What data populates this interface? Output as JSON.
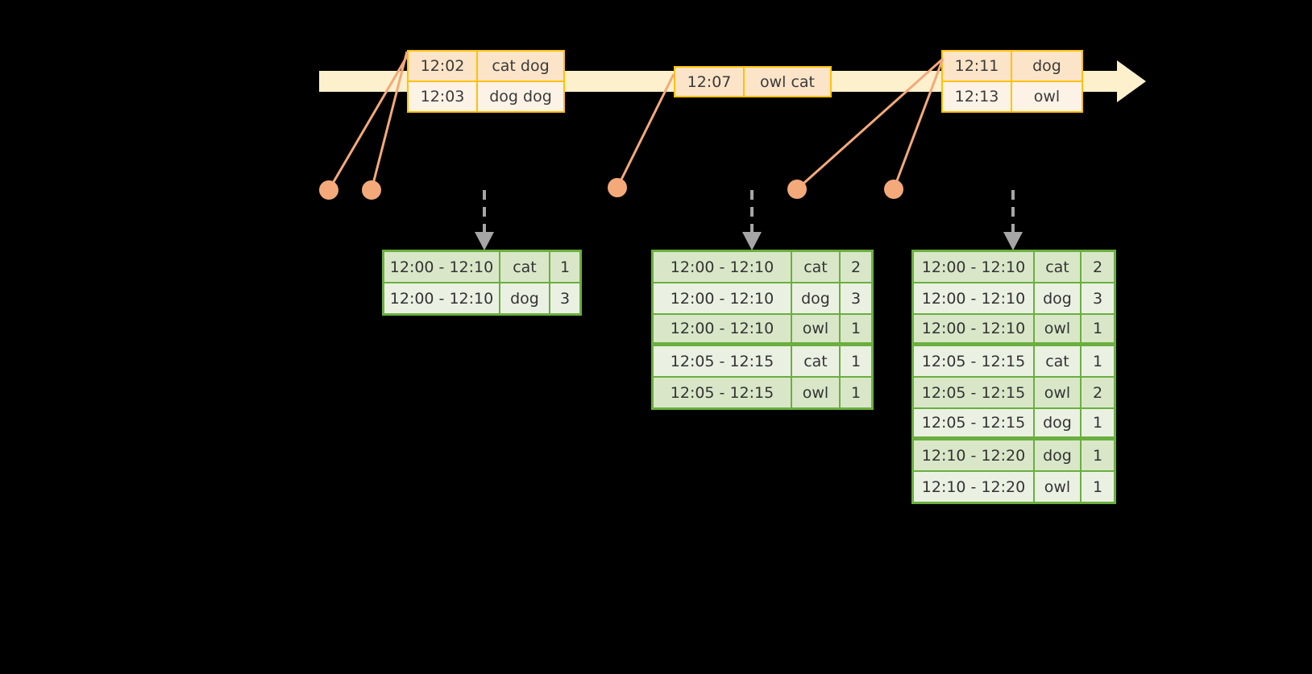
{
  "diagram": {
    "title": "sliding-window-aggregation",
    "colors": {
      "timeline": "#fdf0cd",
      "event_border": "#ffc107",
      "event_fill_a": "#fce4c8",
      "event_fill_b": "#fdf2e6",
      "dot": "#f4a97a",
      "connector": "#f4a97a",
      "table_border": "#6aaf3f",
      "table_fill_a": "#d9e7c8",
      "table_fill_b": "#eaf1e3",
      "arrow": "#a6a6a6",
      "background": "#000000"
    }
  },
  "timeline": {
    "name": "event-stream-timeline",
    "event_groups": [
      {
        "id": "group-1",
        "events": [
          {
            "time": "12:02",
            "words": "cat dog"
          },
          {
            "time": "12:03",
            "words": "dog dog"
          }
        ]
      },
      {
        "id": "group-2",
        "events": [
          {
            "time": "12:07",
            "words": "owl cat"
          }
        ]
      },
      {
        "id": "group-3",
        "events": [
          {
            "time": "12:11",
            "words": "dog"
          },
          {
            "time": "12:13",
            "words": "owl"
          }
        ]
      }
    ]
  },
  "dots": [
    {
      "id": "dot-1202"
    },
    {
      "id": "dot-1203"
    },
    {
      "id": "dot-1207"
    },
    {
      "id": "dot-1211"
    },
    {
      "id": "dot-1213"
    }
  ],
  "results": [
    {
      "id": "result-table-1",
      "rows": [
        {
          "window": "12:00 - 12:10",
          "key": "cat",
          "count": "1"
        },
        {
          "window": "12:00 - 12:10",
          "key": "dog",
          "count": "3"
        }
      ]
    },
    {
      "id": "result-table-2",
      "rows": [
        {
          "window": "12:00 - 12:10",
          "key": "cat",
          "count": "2"
        },
        {
          "window": "12:00 - 12:10",
          "key": "dog",
          "count": "3"
        },
        {
          "window": "12:00 - 12:10",
          "key": "owl",
          "count": "1"
        },
        {
          "window": "12:05 - 12:15",
          "key": "cat",
          "count": "1"
        },
        {
          "window": "12:05 - 12:15",
          "key": "owl",
          "count": "1"
        }
      ]
    },
    {
      "id": "result-table-3",
      "rows": [
        {
          "window": "12:00 - 12:10",
          "key": "cat",
          "count": "2"
        },
        {
          "window": "12:00 - 12:10",
          "key": "dog",
          "count": "3"
        },
        {
          "window": "12:00 - 12:10",
          "key": "owl",
          "count": "1"
        },
        {
          "window": "12:05 - 12:15",
          "key": "cat",
          "count": "1"
        },
        {
          "window": "12:05 - 12:15",
          "key": "owl",
          "count": "2"
        },
        {
          "window": "12:05 - 12:15",
          "key": "dog",
          "count": "1"
        },
        {
          "window": "12:10 - 12:20",
          "key": "dog",
          "count": "1"
        },
        {
          "window": "12:10 - 12:20",
          "key": "owl",
          "count": "1"
        }
      ]
    }
  ]
}
